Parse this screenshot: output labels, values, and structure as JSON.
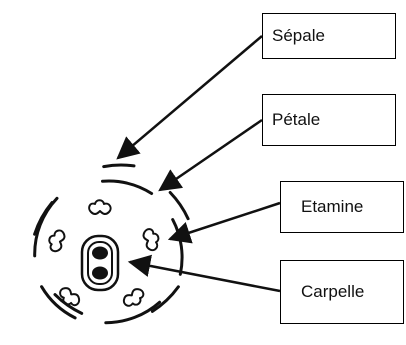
{
  "labels": {
    "sepale": "Sépale",
    "petale": "Pétale",
    "etamine": "Etamine",
    "carpelle": "Carpelle"
  },
  "colors": {
    "ink": "#111111",
    "background": "#ffffff"
  }
}
